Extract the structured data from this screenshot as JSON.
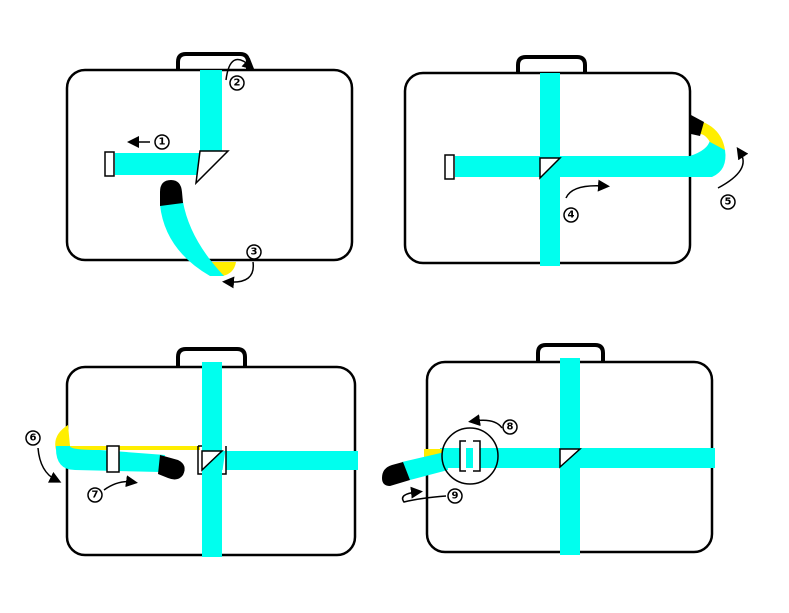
{
  "title": "Luggage strap fitting steps",
  "colors": {
    "strap": "#00ffee",
    "strap_underside": "#ffee00",
    "strap_tip": "#000000",
    "outline": "#000000"
  },
  "panels": [
    {
      "steps": [
        "1",
        "2",
        "3"
      ]
    },
    {
      "steps": [
        "4",
        "5"
      ]
    },
    {
      "steps": [
        "6",
        "7"
      ]
    },
    {
      "steps": [
        "8",
        "9"
      ]
    }
  ]
}
